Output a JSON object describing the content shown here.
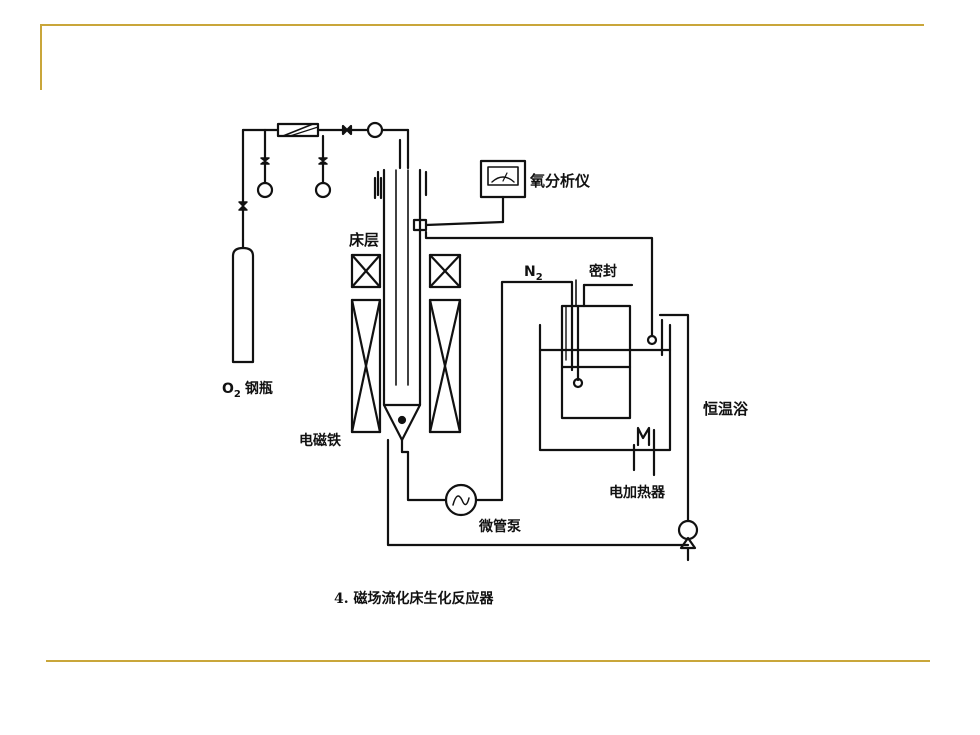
{
  "slide": {
    "accent_color": "#c9a63a"
  },
  "diagram": {
    "labels": {
      "oxygen_analyzer": "氧分析仪",
      "bed": "床层",
      "n2_main": "N",
      "n2_sub": "2",
      "seal": "密封",
      "o2_main": "O",
      "o2_sub": "2",
      "o2_cylinder": "钢瓶",
      "electromagnet": "电磁铁",
      "thermostat_bath": "恒温浴",
      "electric_heater": "电加热器",
      "micro_pump": "微管泵"
    },
    "caption": "4. 磁场流化床生化反应器"
  }
}
